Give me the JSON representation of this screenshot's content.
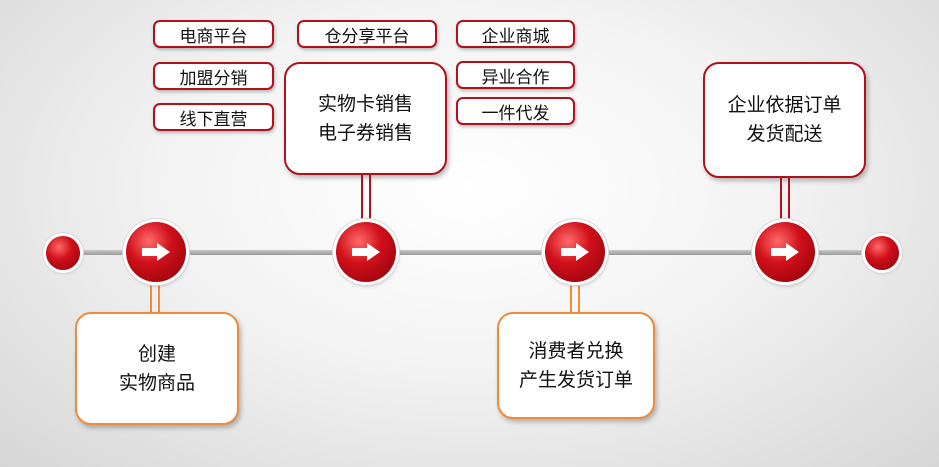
{
  "channel_tags": {
    "col1": [
      "电商平台",
      "加盟分销",
      "线下直营"
    ],
    "col2": [
      "仓分享平台"
    ],
    "col3": [
      "企业商城",
      "异业合作",
      "一件代发"
    ]
  },
  "steps": [
    {
      "lines": [
        "创建",
        "实物商品"
      ],
      "style": "orange"
    },
    {
      "lines": [
        "实物卡销售",
        "电子券销售"
      ],
      "style": "red"
    },
    {
      "lines": [
        "消费者兑换",
        "产生发货订单"
      ],
      "style": "orange"
    },
    {
      "lines": [
        "企业依据订单",
        "发货配送"
      ],
      "style": "red"
    }
  ],
  "colors": {
    "accent_red": "#b0121b",
    "accent_orange": "#f08a3c",
    "node_red": "#d0101a"
  },
  "icons": {
    "node": "right-arrow-icon"
  }
}
